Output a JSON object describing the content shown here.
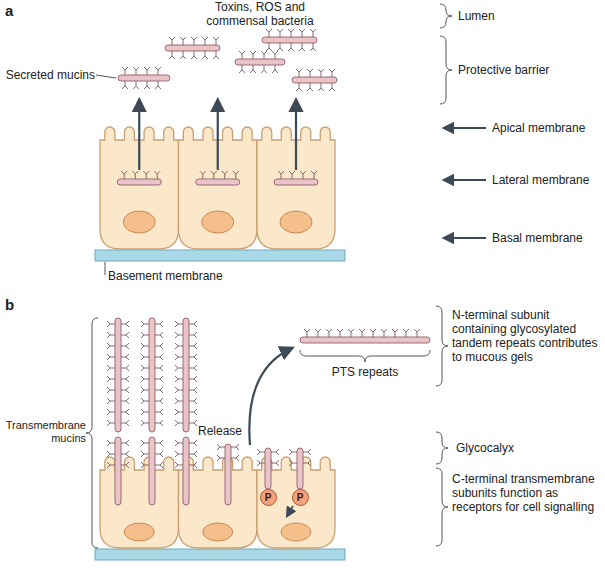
{
  "diagram": {
    "nodes": [
      {
        "text": [
          "P"
        ]
      },
      {
        "text": [
          "P"
        ]
      }
    ],
    "labels": [
      "a",
      "Toxins, ROS and commensal bacteria",
      "Lumen",
      "Secreted mucins",
      "Protective barrier",
      "Apical membrane",
      "Lateral membrane",
      "Basal membrane",
      "Basement membrane",
      "b",
      "N-terminal subunit containing glycosylated tandem repeats contributes to mucous gels",
      "PTS repeats",
      "Release",
      "Glycocalyx",
      "Transmembrane mucins",
      "C-terminal transmembrane subunits function as receptors for cell signalling"
    ]
  }
}
